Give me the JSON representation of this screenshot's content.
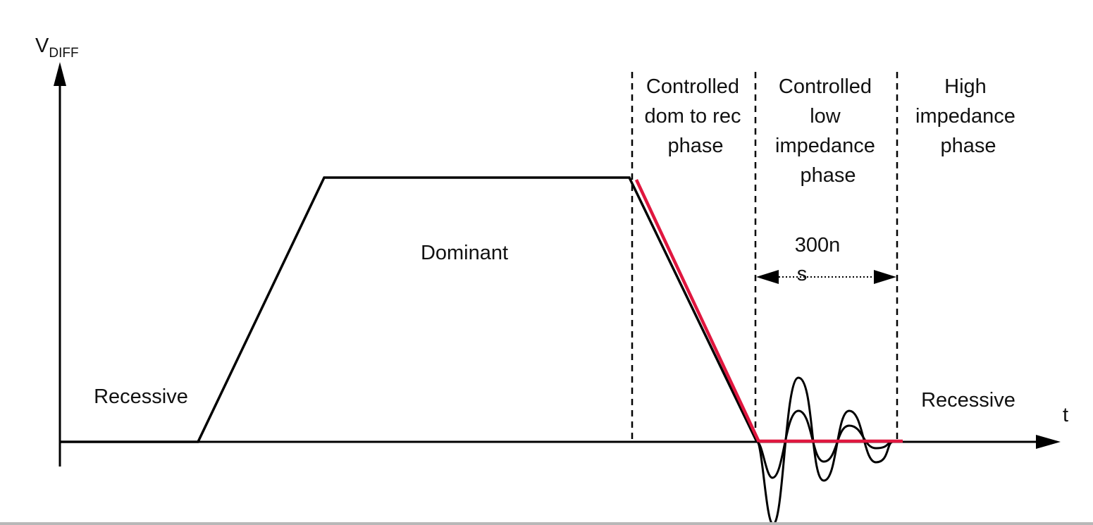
{
  "axes": {
    "y_label_main": "V",
    "y_label_sub": "DIFF",
    "x_label": "t"
  },
  "states": {
    "recessive_left": "Recessive",
    "dominant": "Dominant",
    "recessive_right": "Recessive"
  },
  "phases": {
    "dom_to_rec": [
      "Controlled",
      "dom to rec",
      "phase"
    ],
    "low_impedance": [
      "Controlled",
      "low",
      "impedance",
      "phase"
    ],
    "high_impedance": [
      "High",
      "impedance",
      "phase"
    ]
  },
  "duration": {
    "line1": "300n",
    "line2": "s"
  },
  "colors": {
    "signal": "#000000",
    "highlight": "#e0173f",
    "axis": "#000000"
  }
}
